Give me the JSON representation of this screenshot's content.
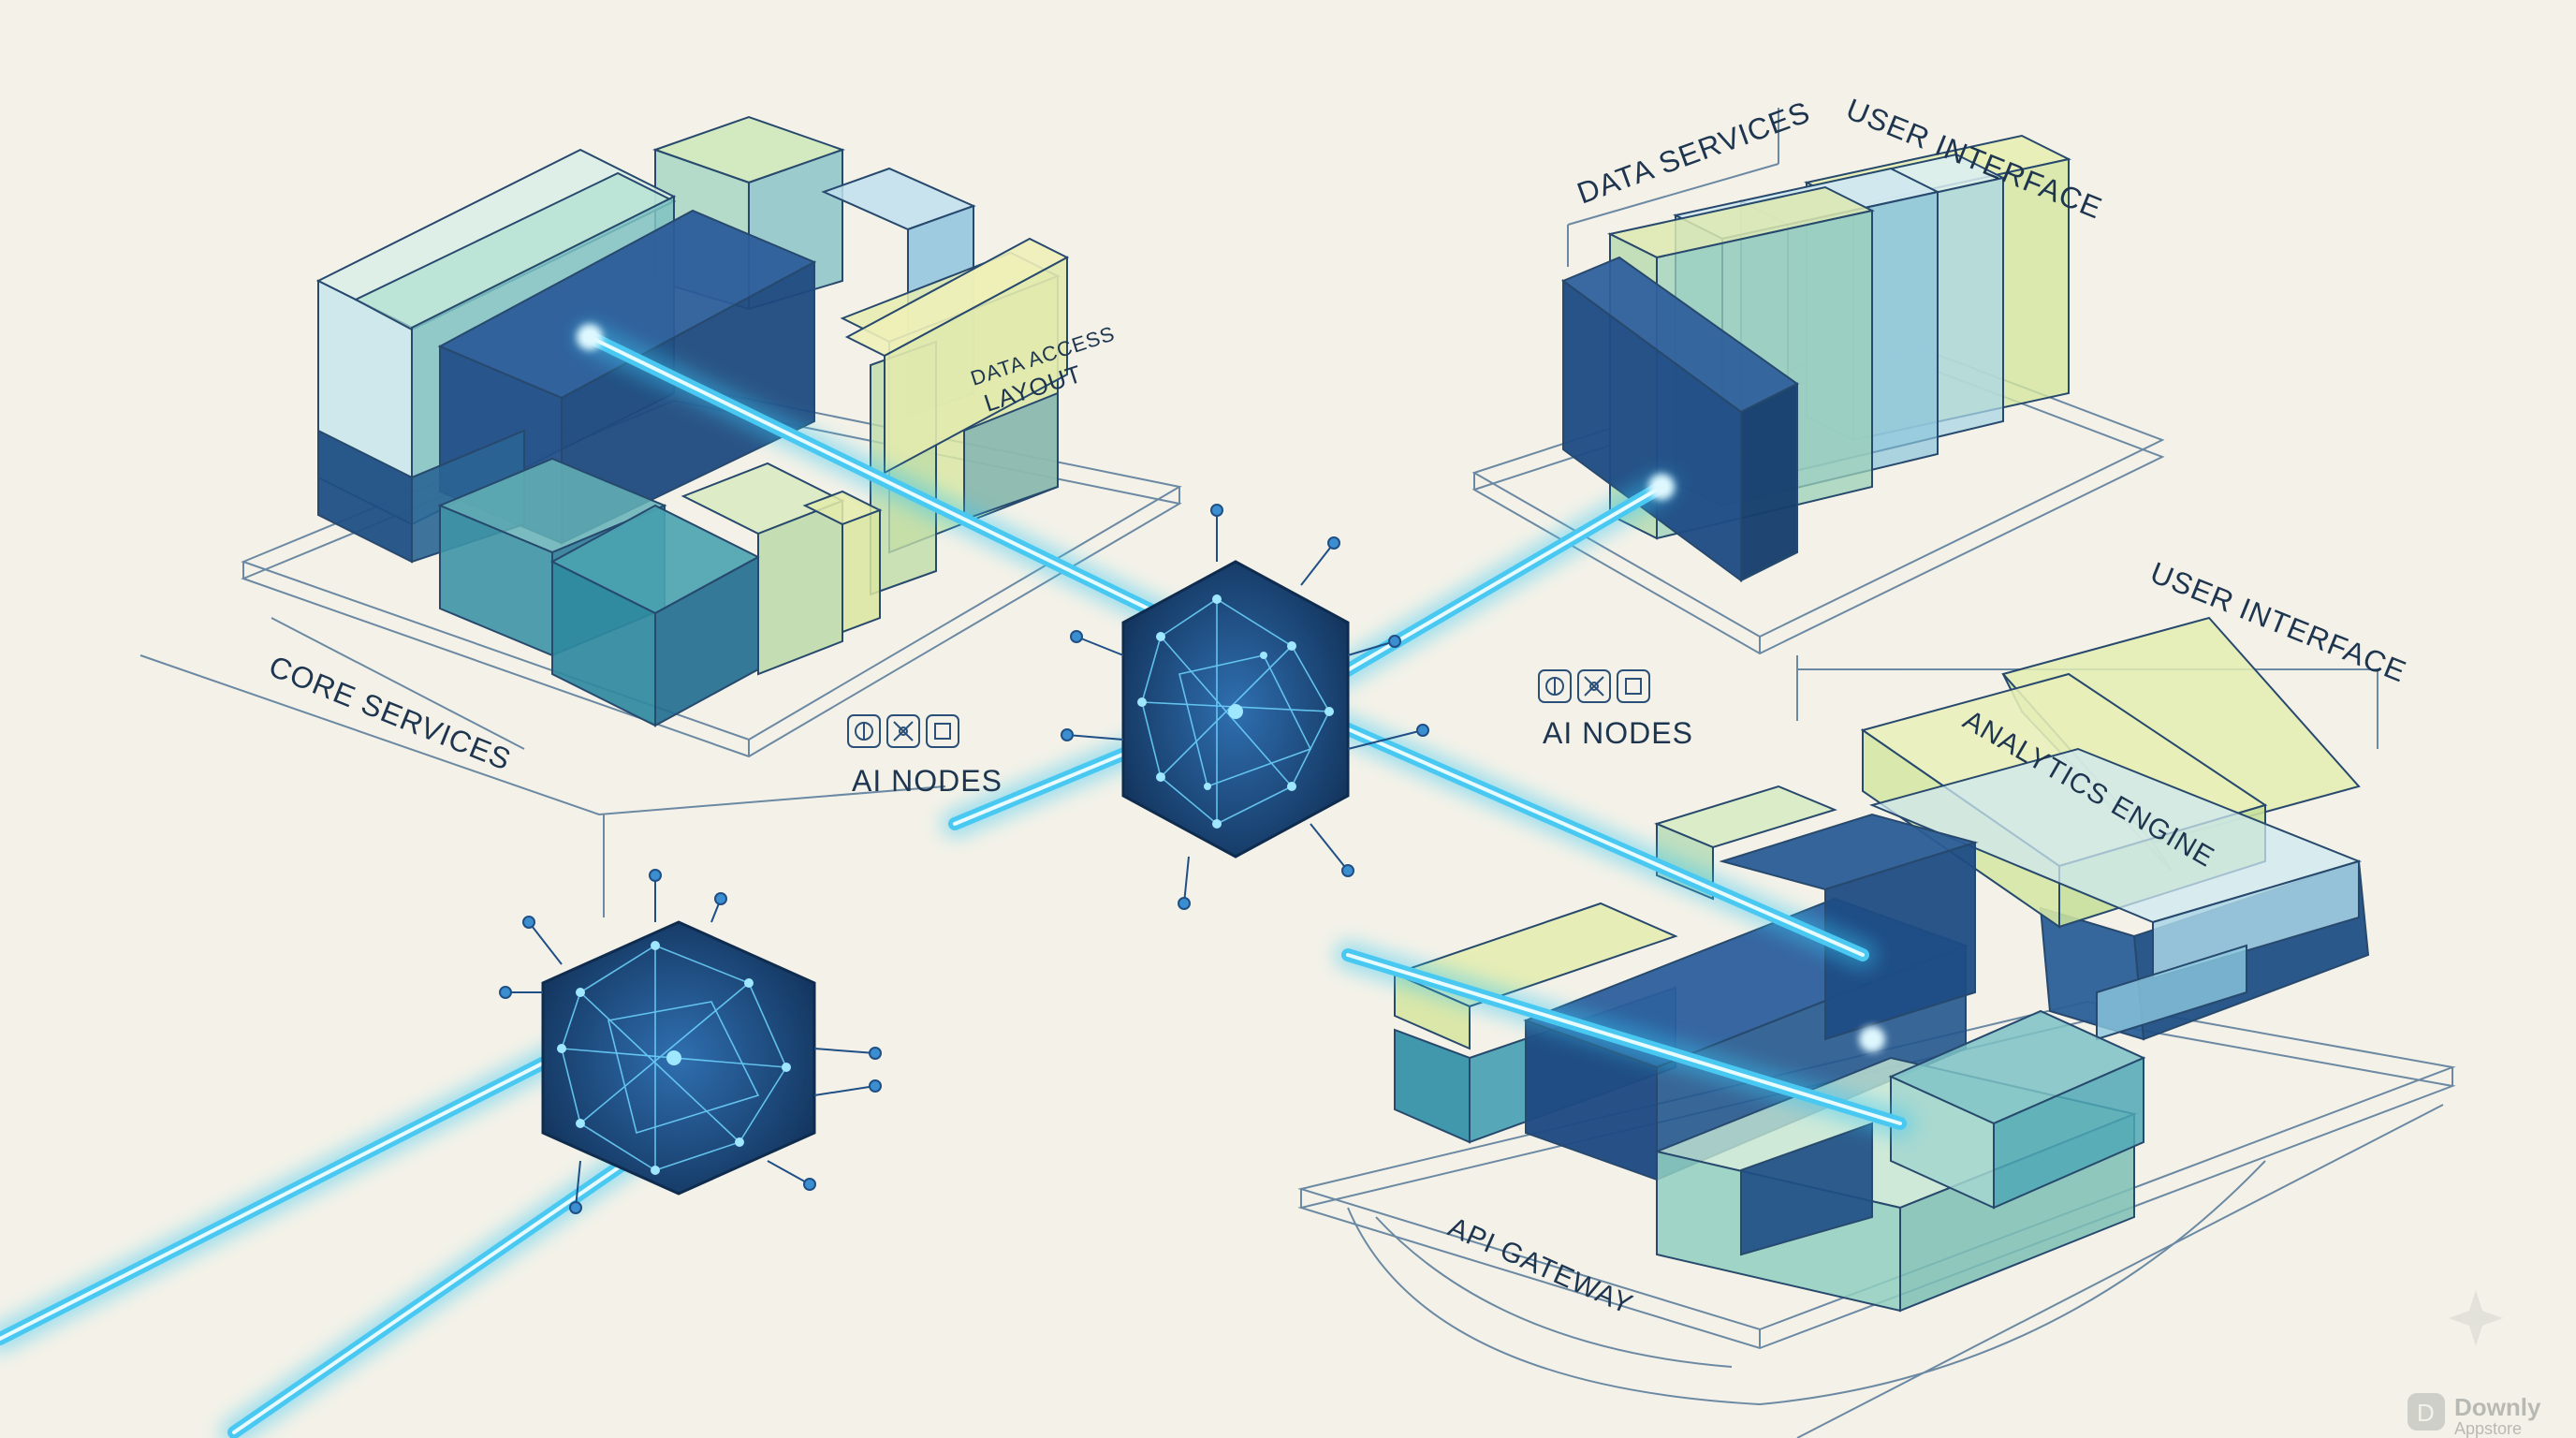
{
  "labels": {
    "data_access_layout_line1": "DATA ACCESS",
    "data_access_layout_line2": "LAYOUT",
    "core_services": "CORE SERVICES",
    "data_services": "DATA SERVICES",
    "user_interface_top": "USER INTERFACE",
    "user_interface_right": "USER INTERFACE",
    "analytics_engine": "ANALYTICS ENGINE",
    "api_gateway": "API GATEWAY",
    "ai_nodes_left": "AI NODES",
    "ai_nodes_right": "AI NODES"
  },
  "watermark": {
    "name": "Downly",
    "sub": "Appstore"
  },
  "icons": [
    "brain-icon",
    "network-icon",
    "chip-icon"
  ],
  "colors": {
    "background": "#f4f2e8",
    "navy": "#1f4f85",
    "teal": "#3b8fa8",
    "light_blue": "#a9d3e6",
    "lime": "#dfe9a8",
    "mint": "#a6dccb",
    "beam": "#38c6f2",
    "beam_core": "#e8fbff",
    "line": "#4a6f93"
  }
}
